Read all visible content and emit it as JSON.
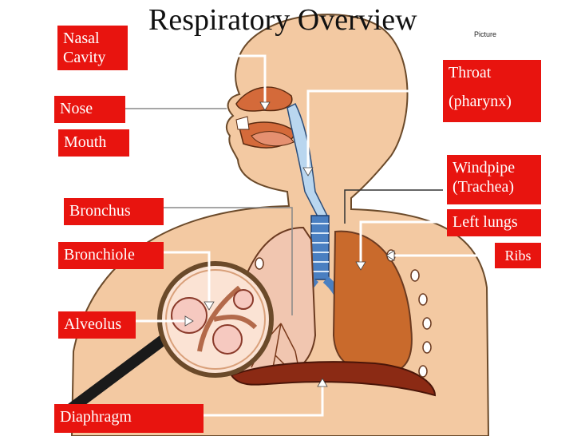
{
  "title": "Respiratory Overview",
  "picture_tag": "Picture",
  "labels": {
    "nasal_cavity_1": "Nasal",
    "nasal_cavity_2": "Cavity",
    "nose": "Nose",
    "mouth": "Mouth",
    "bronchus": "Bronchus",
    "bronchiole": "Bronchiole",
    "alveolus": "Alveolus",
    "diaphragm": "Diaphragm",
    "throat_1": "Throat",
    "throat_2": "(pharynx)",
    "windpipe_1": "Windpipe",
    "windpipe_2": "(Trachea)",
    "left_lungs": "Left lungs",
    "ribs": "Ribs"
  },
  "colors": {
    "label_bg": "#e8140f",
    "skin": "#f3c9a2",
    "lung": "#c96a2c",
    "airway": "#4a7fc1",
    "diaphragm": "#8b2a14"
  }
}
